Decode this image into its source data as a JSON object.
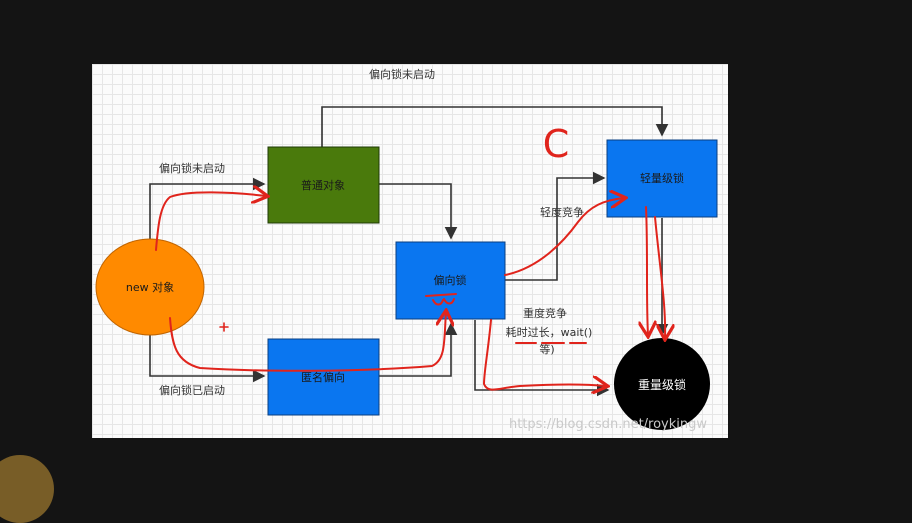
{
  "nodes": {
    "ordinary": "普通对象",
    "new_object": "new 对象",
    "anonymous_biased": "匿名偏向",
    "biased": "偏向锁",
    "lightweight": "轻量级锁",
    "heavyweight": "重量级锁"
  },
  "edges": {
    "top_label": "偏向锁未启动",
    "left_top_label": "偏向锁未启动",
    "left_bottom_label": "偏向锁已启动",
    "light_contention": "轻度竞争",
    "heavy_contention": "重度竞争",
    "heavy_note_1": "耗时过长，wait()",
    "heavy_note_2": "等)"
  },
  "annotations": {
    "handwritten_letter": "C"
  },
  "watermark": "https://blog.csdn.net/roykingw",
  "colors": {
    "green_box": "#4a7a0c",
    "blue_box": "#0a76f0",
    "orange_circle": "#ff8a00",
    "black_circle": "#000000",
    "red_ink": "#e0241c"
  }
}
